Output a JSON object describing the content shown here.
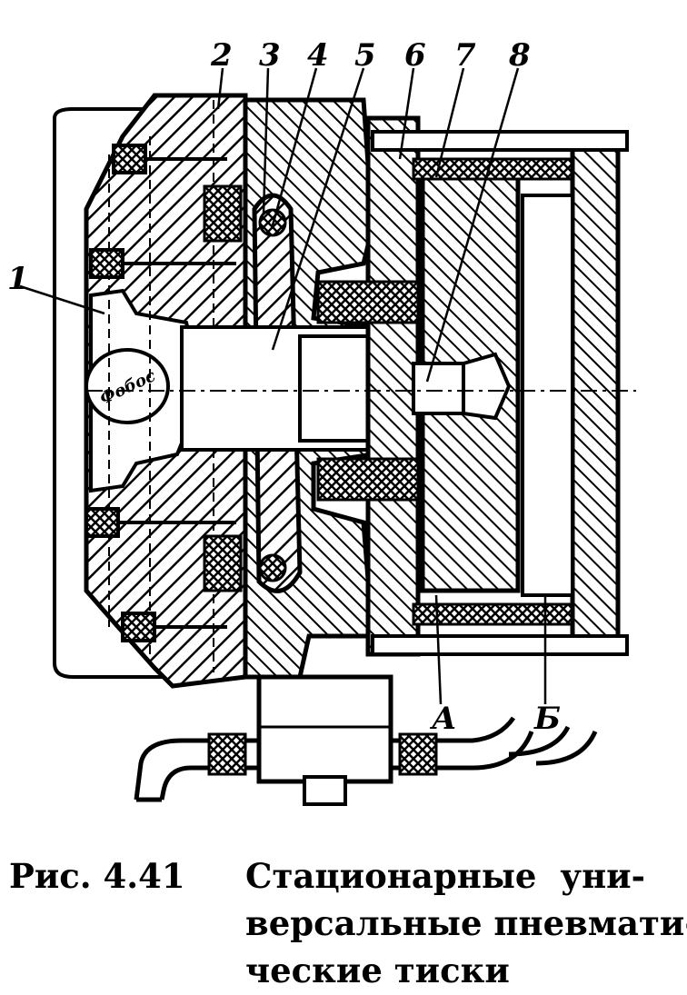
{
  "figure": {
    "labels": [
      {
        "id": "1",
        "text": "1"
      },
      {
        "id": "2",
        "text": "2"
      },
      {
        "id": "3",
        "text": "3"
      },
      {
        "id": "4",
        "text": "4"
      },
      {
        "id": "5",
        "text": "5"
      },
      {
        "id": "6",
        "text": "6"
      },
      {
        "id": "7",
        "text": "7"
      },
      {
        "id": "8",
        "text": "8"
      },
      {
        "id": "A",
        "text": "А"
      },
      {
        "id": "B",
        "text": "Б"
      }
    ],
    "plate_text": "Фобос"
  },
  "caption": {
    "number": "Рис. 4.41",
    "lines": [
      "Стационарные уни-",
      "версальные пневмати-",
      "ческие тиски"
    ]
  }
}
